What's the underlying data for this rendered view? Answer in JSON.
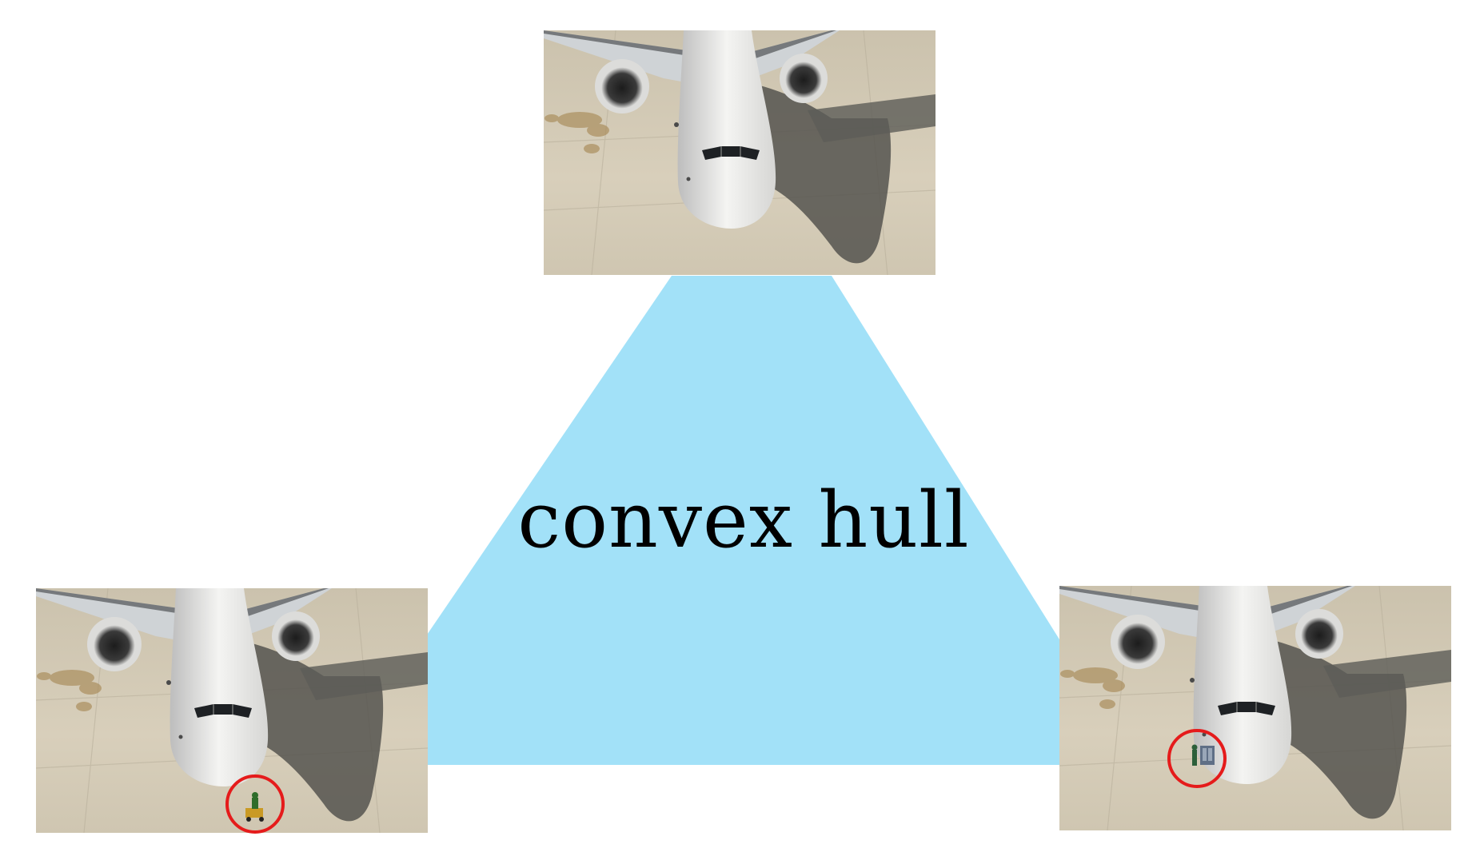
{
  "diagram": {
    "hull_label": "convex hull",
    "hull_color": "#a2e1f8",
    "marker_color": "#e51b1b",
    "images": [
      {
        "id": "top",
        "description": "airplane-top-down-view",
        "marker": false
      },
      {
        "id": "left",
        "description": "airplane-with-vehicle",
        "marker": true
      },
      {
        "id": "right",
        "description": "airplane-with-cart",
        "marker": true
      }
    ]
  }
}
